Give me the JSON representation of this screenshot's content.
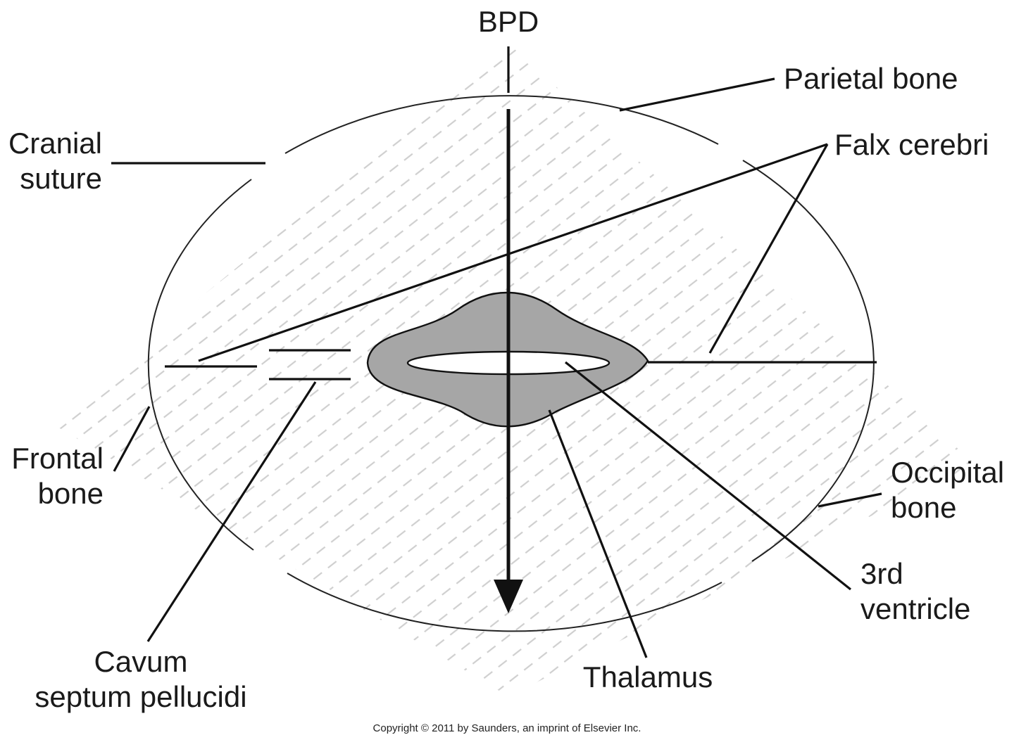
{
  "labels": {
    "bpd": "BPD",
    "parietal_bone": "Parietal bone",
    "falx_cerebri": "Falx cerebri",
    "cranial_suture_1": "Cranial",
    "cranial_suture_2": "suture",
    "frontal_bone_1": "Frontal",
    "frontal_bone_2": "bone",
    "occipital_bone_1": "Occipital",
    "occipital_bone_2": "bone",
    "third_ventricle_1": "3rd",
    "third_ventricle_2": "ventricle",
    "cavum_1": "Cavum",
    "cavum_2": "septum pellucidi",
    "thalamus": "Thalamus"
  },
  "copyright": "Copyright © 2011 by Saunders, an imprint of Elsevier Inc.",
  "colors": {
    "hatch": "#cfcfcf",
    "thalamus_fill": "#a6a6a6",
    "line": "#111111"
  }
}
